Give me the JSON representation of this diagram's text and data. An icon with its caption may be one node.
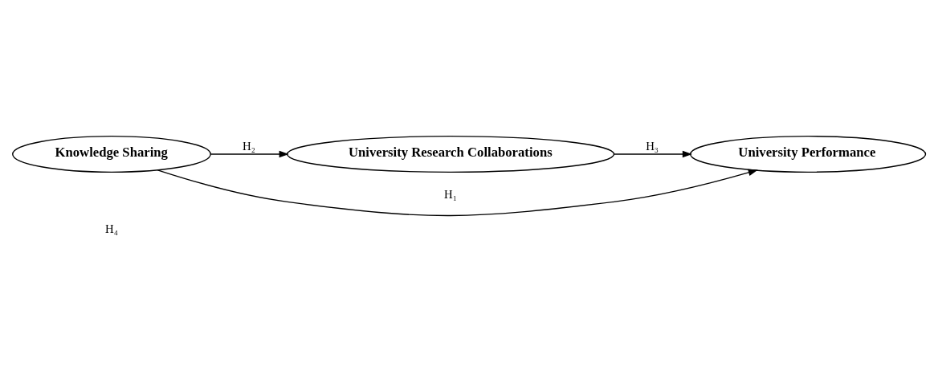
{
  "diagram": {
    "nodes": [
      {
        "text": [
          "University Research Collaborations"
        ]
      },
      {
        "text": [
          "Knowledge Sharing"
        ]
      },
      {
        "text": [
          "University Performance"
        ]
      }
    ],
    "edges": [
      {
        "from": 1,
        "to": 0,
        "arrow": "to",
        "label": "H₂"
      },
      {
        "from": 0,
        "to": 2,
        "arrow": "to",
        "label": "H₃"
      },
      {
        "from": 1,
        "to": 2,
        "arrow": "to",
        "label": "H₁"
      }
    ],
    "labels": [
      "H₄"
    ]
  }
}
